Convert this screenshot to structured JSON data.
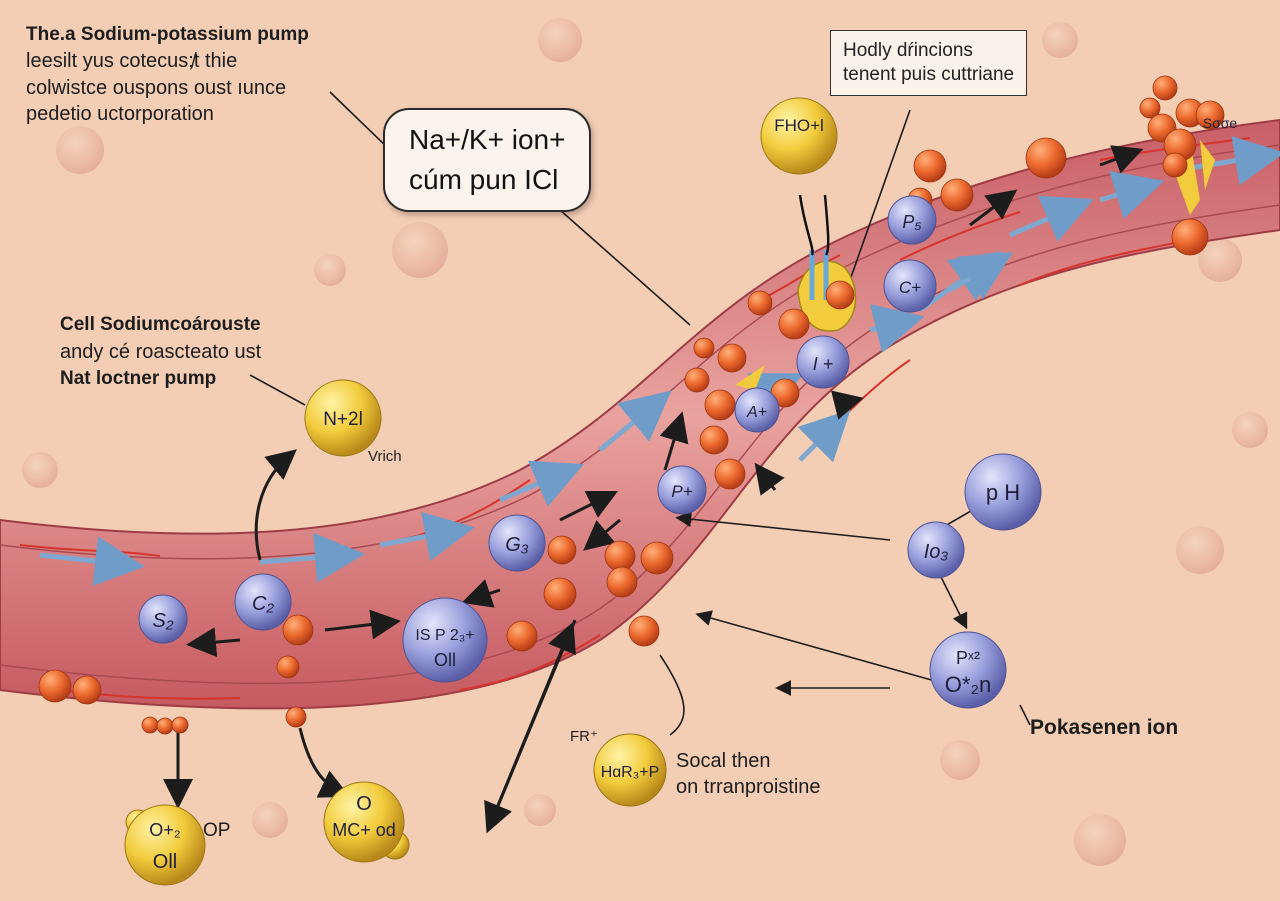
{
  "title_block": {
    "title": "The.a Sodium-potassium pump",
    "line2": "leesilt yus cotecus;̸t thie",
    "line3": "colwistce ouspons oust ıunce",
    "line4": "pedetio uctorporation"
  },
  "callout": {
    "line1": "Na+/K+ ion+",
    "line2": "cúm pun ICl"
  },
  "note_box": {
    "line1": "Hodly dŕincions",
    "line2": "tenent puis cuttriane"
  },
  "left_label": {
    "line1": "Cell Sodiumcoárouste",
    "line2": "andy cé roascteato ust",
    "line3": "Nat loctner pump"
  },
  "bottom_labels": {
    "vrich": "Vrich",
    "socal1": "Socal then",
    "socal2": "on trranproistine",
    "pokasenen": "Pokasenen ion",
    "fr": "FR⁺",
    "op": "OP"
  },
  "ions": {
    "s2": "S₂",
    "c2": "C₂",
    "g3": "G₃",
    "pplus": "P+",
    "aplus": "A+",
    "iplus": "I +",
    "cplus": "C+",
    "p5": "P₅",
    "ph": "p H",
    "io3": "Io₃",
    "big_center_1": "IS P 2₃+",
    "big_center_2": "Oll",
    "px2_1": "Pˣ²",
    "px2_2": "O*₂n",
    "n21": "N+2l",
    "fhoi": "FHO+l",
    "harp": "HɑR₃+P",
    "o2_1": "O+₂",
    "o2_2": "Oll",
    "mc_1": "O",
    "mc_2": "MC+ od",
    "sooe": "Sσσe"
  },
  "colors": {
    "background": "#f3cdb4",
    "membrane": "#d8767a",
    "membrane_inner": "#e79a95",
    "sodium": "#e8642e",
    "ion_blue": "#8e95d8",
    "pump_yellow": "#f2cc3c",
    "arrow_blue": "#7ea8d0"
  }
}
